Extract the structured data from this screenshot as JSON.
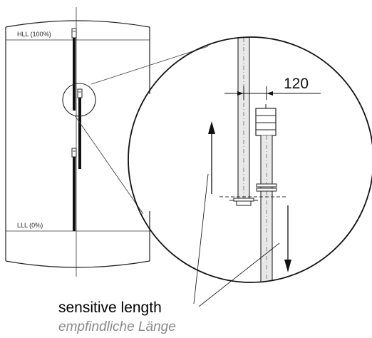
{
  "labels": {
    "hll": "HLL (100%)",
    "lll": "LLL (0%)",
    "dimension": "120",
    "sensitive_en": "sensitive length",
    "sensitive_de": "empfindliche Länge"
  },
  "colors": {
    "line": "#222222",
    "rod": "#111111",
    "tube_fill": "#e9e9e9",
    "text_de": "#8a8a8a"
  }
}
